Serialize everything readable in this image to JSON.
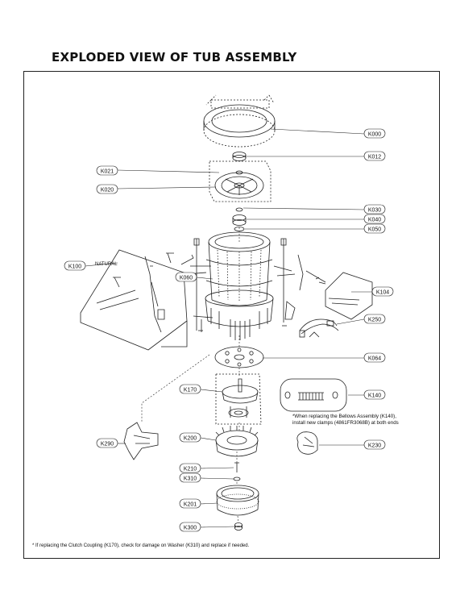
{
  "title": "EXPLODED VIEW OF TUB ASSEMBLY",
  "callouts": {
    "K000": "K000",
    "K012": "K012",
    "K021": "K021",
    "K020": "K020",
    "K030": "K030",
    "K040": "K040",
    "K050": "K050",
    "K060": "K060",
    "K100": "K100",
    "K104": "K104",
    "K250": "K250",
    "K064": "K064",
    "K170": "K170",
    "K140": "K140",
    "K290": "K290",
    "K200": "K200",
    "K230": "K230",
    "K210": "K210",
    "K310": "K310",
    "K201": "K201",
    "K300": "K300"
  },
  "natural_label": "NATURAL",
  "bellows_note_line1": "*When replacing the Bellows Assembly (K140),",
  "bellows_note_line2": "install new clamps (4861FR3068B) at both ends",
  "footnote": "* If replacing the Clutch Coupling (K170), check for damage on Washer (K310) and replace if needed."
}
